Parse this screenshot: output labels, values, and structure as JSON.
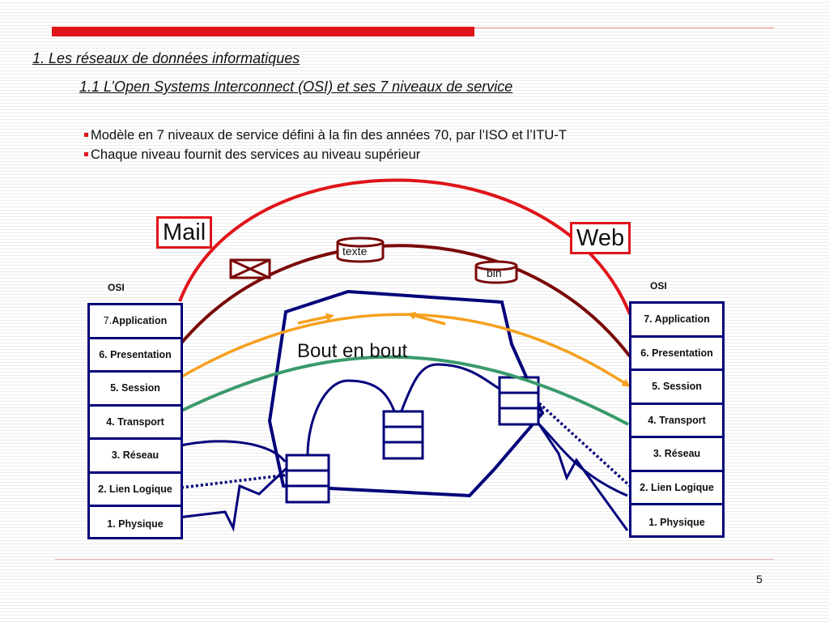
{
  "slide": {
    "title": "1. Les réseaux  de données informatiques",
    "subtitle": "1.1 L’Open Systems Interconnect (OSI) et ses 7 niveaux de service",
    "bullets": [
      "Modèle en 7 niveaux de service défini à la fin des années 70, par l’ISO et l’ITU-T",
      "Chaque niveau fournit des services au niveau supérieur"
    ],
    "page_number": "5"
  },
  "diagram": {
    "left_stack": {
      "label": "OSI",
      "layers": [
        {
          "num": "7. ",
          "name": "Application"
        },
        {
          "num": "",
          "name": "6. Presentation"
        },
        {
          "num": "",
          "name": "5. Session"
        },
        {
          "num": "",
          "name": "4. Transport"
        },
        {
          "num": "",
          "name": "3. Réseau"
        },
        {
          "num": "",
          "name": "2. Lien Logique"
        },
        {
          "num": "",
          "name": "1. Physique"
        }
      ]
    },
    "right_stack": {
      "label": "OSI",
      "layers": [
        {
          "name": "7. Application"
        },
        {
          "name": "6. Presentation"
        },
        {
          "name": "5. Session"
        },
        {
          "name": "4. Transport"
        },
        {
          "name": "3. Réseau"
        },
        {
          "name": "2. Lien Logique"
        },
        {
          "name": "1. Physique"
        }
      ]
    },
    "mail_label": "Mail",
    "web_label": "Web",
    "texte_label": "texte",
    "bin_label": "bin",
    "cloud_label": "Bout en bout",
    "colors": {
      "red": "#e0141a",
      "darkred": "#7a0a0a",
      "orange": "#f5a01e",
      "green": "#3a9a6a",
      "navy": "#00007a"
    },
    "icons": [
      "envelope-icon",
      "texte-cylinder-icon",
      "bin-cylinder-icon",
      "router-icon"
    ]
  }
}
